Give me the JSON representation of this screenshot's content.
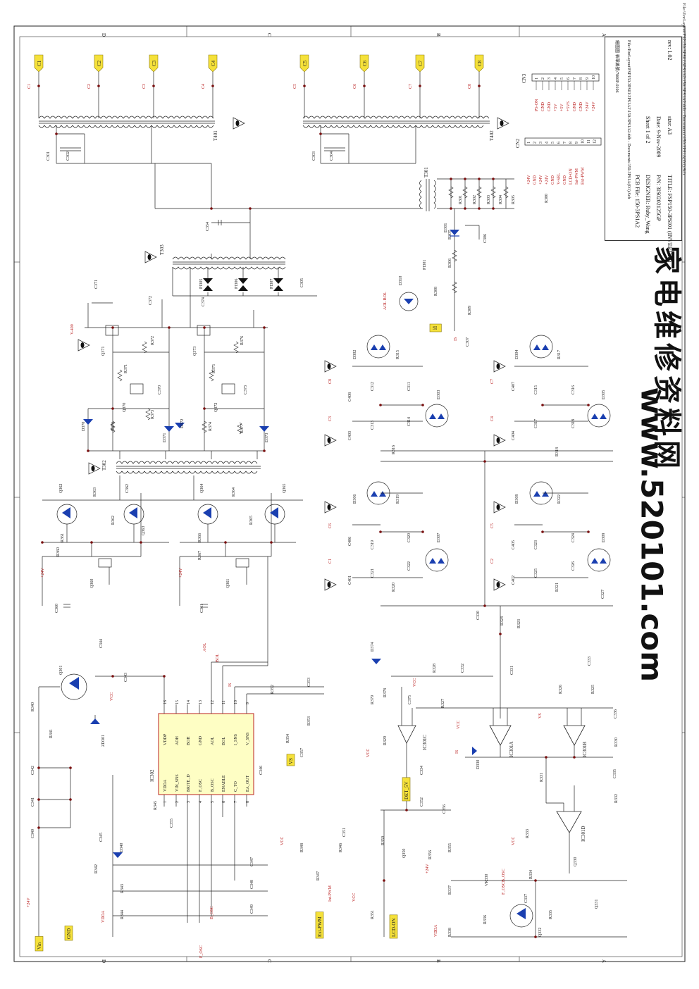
{
  "title_block": {
    "title": "TITLE: FSP150-3PSI01 (INVERTER)",
    "pn": "P/N: 3IS0202125GP",
    "size": "size: A3",
    "rev": "rev: 1.02",
    "designer": "DESIGNER: Ruby_Wang",
    "date": "Date: 9-Nov-2009",
    "pcb_file": "PCB File: 150-3PS1A2",
    "sheet": "Sheet 1 of 2",
    "file": "File:\\EnrLayout\\FSP150-3PS01\\3PS1A2\\150-3PS1A2.ddb - Documents\\150-3PS1A(O1).Sch",
    "note": "繪圖圖 表單編號:7000P-0106"
  },
  "watermark": {
    "chinese": "家电维修资料网",
    "url": "www.520101.com"
  },
  "zones": [
    "D",
    "C",
    "B",
    "A"
  ],
  "file_path_top": "File:\\EnrLayout\\FSP150-3PS01\\3PS1A2\\150-3PS1A2.ddb - Documents\\150-3PS1A(O1).Sch",
  "ccfl_tags": [
    "C1",
    "C2",
    "C3",
    "C4",
    "C5",
    "C6",
    "C7",
    "C8"
  ],
  "transformers": [
    "T401",
    "T402",
    "T301",
    "T302",
    "T303"
  ],
  "cn3": {
    "label": "CN3",
    "pins": [
      "1",
      "2",
      "3",
      "4",
      "5",
      "6",
      "7",
      "8",
      "9",
      "10"
    ],
    "signals": [
      "PS-ON",
      "GND",
      "GND",
      "+5V",
      "+5V",
      "+5VS",
      "GND",
      "GND",
      "+24V",
      "+24V"
    ]
  },
  "cn2": {
    "label": "CN2",
    "pins": [
      "1",
      "2",
      "3",
      "4",
      "5",
      "6",
      "7",
      "8",
      "9",
      "10",
      "11",
      "12"
    ],
    "signals": [
      "+24V",
      "GND",
      "+24V",
      "+24V",
      "GND",
      "V-SEL",
      "GND",
      "LCD-ON",
      "Int-PWM",
      "Ext-PWM"
    ]
  },
  "ic302": {
    "label": "IC302",
    "pins_top": [
      "VDDP",
      "AOH",
      "BOH",
      "GND",
      "AOL",
      "BOL",
      "I_SNS",
      "V_SNS"
    ],
    "pins_top_num": [
      "16",
      "15",
      "14",
      "13",
      "12",
      "11",
      "10",
      "9"
    ],
    "pins_bottom": [
      "VDDA",
      "VIN_SNS",
      "BRITE_D",
      "F_OSC",
      "B_OSC",
      "ENABLE",
      "C_TO",
      "EA_OUT"
    ],
    "pins_bottom_num": [
      "1",
      "2",
      "3",
      "4",
      "5",
      "6",
      "7",
      "8"
    ]
  },
  "opamps": [
    "IC301A",
    "IC301B",
    "IC301C",
    "IC301D"
  ],
  "net_tags": {
    "vin": "Vin",
    "gnd": "GND",
    "ext_pwm": "Ext-PWM",
    "lcd_on": "LCD-ON",
    "det_5v": "DET_5V",
    "vs": "VS",
    "si": "SI"
  },
  "labels": {
    "v400": "V-400",
    "p24v": "+24V",
    "vcc": "VCC",
    "vdda": "VDDA",
    "aol": "AOL",
    "bol": "BOL",
    "is": "IS",
    "f_osc": "F_OSC",
    "b_osc": "B_OSC",
    "int_pwm": "Int-PWM",
    "aol_bol": "AOL BOL"
  },
  "components": {
    "transistors_bjt": [
      "Q301",
      "Q362",
      "Q363",
      "Q364",
      "Q365",
      "Q332"
    ],
    "mosfets": [
      "Q360",
      "Q361",
      "Q370",
      "Q371",
      "Q372",
      "Q373",
      "Q330",
      "Q331",
      "Q350"
    ],
    "diodes": [
      "D301",
      "D302",
      "D303",
      "D304",
      "D305",
      "D306",
      "D307",
      "D308",
      "D309",
      "D310",
      "D330",
      "D340",
      "D370",
      "D371",
      "D372",
      "D373",
      "D374",
      "ZD301"
    ],
    "photo": [
      "PI301",
      "PI305",
      "PI306",
      "PI307"
    ],
    "resistors_main": [
      "R301",
      "R302",
      "R303",
      "R304",
      "R305",
      "R306",
      "R307",
      "R308",
      "R309",
      "R380"
    ],
    "caps_main": [
      "C301",
      "C302",
      "C303",
      "C304",
      "C305",
      "C306",
      "C307",
      "C354"
    ]
  }
}
